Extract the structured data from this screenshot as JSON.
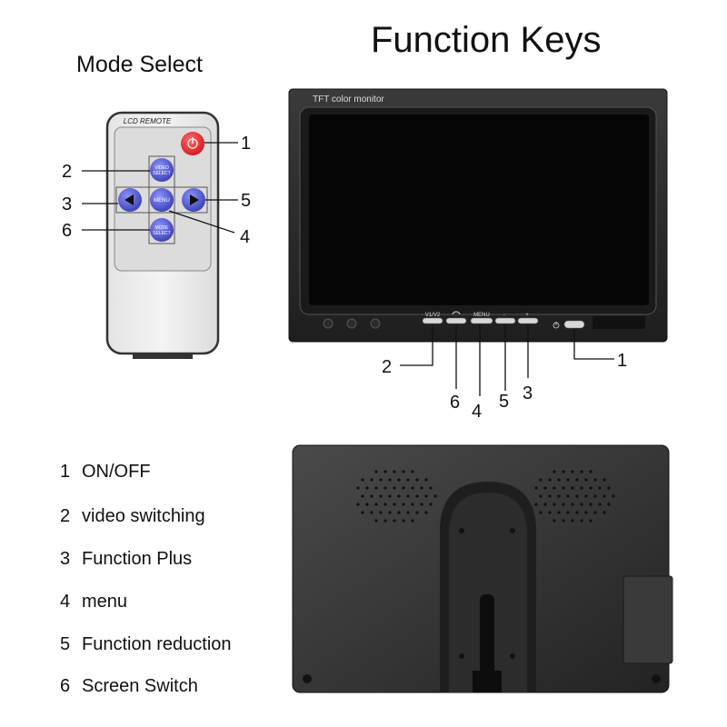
{
  "titles": {
    "main": "Function Keys",
    "mode_select": "Mode Select"
  },
  "remote": {
    "header": "LCD REMOTE",
    "buttons": {
      "video_select": [
        "VIDEO",
        "SELECT"
      ],
      "menu": "MENU",
      "mode_select": [
        "MODE",
        "SELECT"
      ]
    },
    "callouts": [
      "1",
      "2",
      "3",
      "4",
      "5",
      "6"
    ]
  },
  "monitor": {
    "label": "TFT color monitor",
    "key_labels": [
      "V1/V2",
      "MENU",
      "-",
      "+"
    ],
    "callouts": [
      "1",
      "2",
      "3",
      "4",
      "5",
      "6"
    ]
  },
  "legend": [
    {
      "num": "1",
      "text": "ON/OFF"
    },
    {
      "num": "2",
      "text": "video switching"
    },
    {
      "num": "3",
      "text": "Function Plus"
    },
    {
      "num": "4",
      "text": "menu"
    },
    {
      "num": "5",
      "text": "Function reduction"
    },
    {
      "num": "6",
      "text": "Screen Switch"
    }
  ],
  "colors": {
    "power_button": "#e8242a",
    "remote_button": "#4a4fc4",
    "monitor_body": "#2a2a2a",
    "screen": "#060606"
  }
}
